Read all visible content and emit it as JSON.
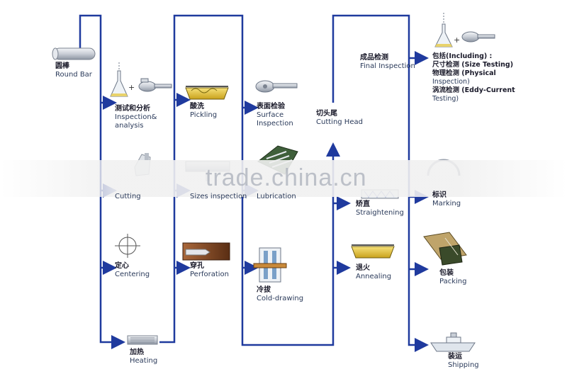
{
  "colors": {
    "flow_line": "#1f3a9e",
    "arrow": "#1f3a9e"
  },
  "steps": {
    "round_bar": {
      "cn": "圆棒",
      "en": "Round Bar"
    },
    "inspection": {
      "cn": "测试和分析",
      "en1": "Inspection&",
      "en2": "analysis"
    },
    "cutting": {
      "cn": "",
      "en": "Cutting"
    },
    "centering": {
      "cn": "定心",
      "en": "Centering"
    },
    "heating": {
      "cn": "加热",
      "en": "Heating"
    },
    "pickling": {
      "cn": "酸洗",
      "en": "Pickling"
    },
    "sizes": {
      "cn": "",
      "en": "Sizes inspection"
    },
    "perforation": {
      "cn": "穿孔",
      "en": "Perforation"
    },
    "surface": {
      "cn": "表面检验",
      "en1": "Surface",
      "en2": "Inspection"
    },
    "lubrication": {
      "cn": "",
      "en": "Lubrication"
    },
    "cold_drawing": {
      "cn": "冷拔",
      "en": "Cold-drawing"
    },
    "cutting_head": {
      "cn": "切头尾",
      "en": "Cutting Head"
    },
    "straightening": {
      "cn": "矫直",
      "en": "Straightening"
    },
    "annealing": {
      "cn": "退火",
      "en": "Annealing"
    },
    "final": {
      "cn": "成品检测",
      "en": "Final Inspection"
    },
    "including": {
      "l1": "包括(Including) :",
      "l2": "尺寸检测   (Size Testing)",
      "l3": "物理检测   (Physical",
      "l4": "Inspection)",
      "l5": "涡流检测   (Eddy-Current",
      "l6": "Testing)"
    },
    "marking": {
      "cn": "标识",
      "en": "Marking"
    },
    "packing": {
      "cn": "包装",
      "en": "Packing"
    },
    "shipping": {
      "cn": "装运",
      "en": "Shipping"
    }
  },
  "watermark": "trade.china.cn"
}
